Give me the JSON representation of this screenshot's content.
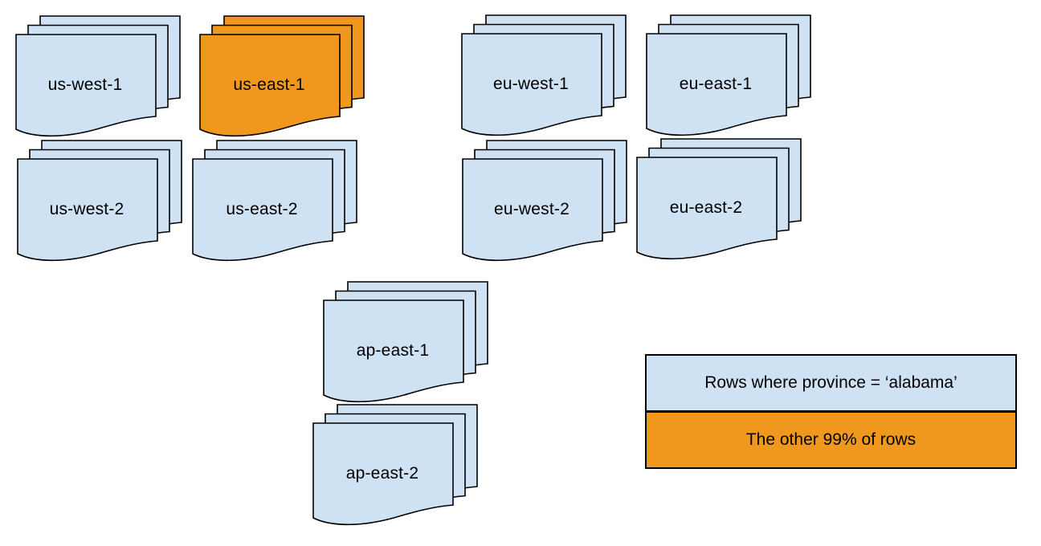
{
  "colors": {
    "doc_blue": "#cfe2f3",
    "doc_orange": "#f0981d",
    "outline": "#000000",
    "background": "#ffffff"
  },
  "stacks": [
    {
      "label": "us-west-1",
      "color": "blue"
    },
    {
      "label": "us-east-1",
      "color": "orange"
    },
    {
      "label": "eu-west-1",
      "color": "blue"
    },
    {
      "label": "eu-east-1",
      "color": "blue"
    },
    {
      "label": "us-west-2",
      "color": "blue"
    },
    {
      "label": "us-east-2",
      "color": "blue"
    },
    {
      "label": "eu-west-2",
      "color": "blue"
    },
    {
      "label": "eu-east-2",
      "color": "blue"
    },
    {
      "label": "ap-east-1",
      "color": "blue"
    },
    {
      "label": "ap-east-2",
      "color": "blue"
    }
  ],
  "legend": {
    "items": [
      {
        "label": "Rows where province = ‘alabama’",
        "color": "blue"
      },
      {
        "label": "The other 99% of rows",
        "color": "orange"
      }
    ]
  }
}
